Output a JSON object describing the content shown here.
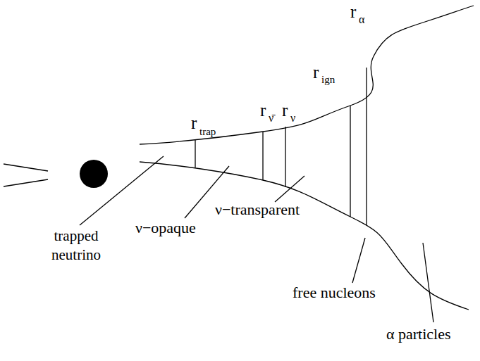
{
  "diagram": {
    "labels": [
      "r",
      "trap",
      "r",
      "ν̄",
      "r",
      "ν",
      "r",
      "ign",
      "r",
      "α",
      "trapped neutrino",
      "ν−opaque",
      "ν−transparent",
      "free nucleons",
      "α particles"
    ]
  }
}
